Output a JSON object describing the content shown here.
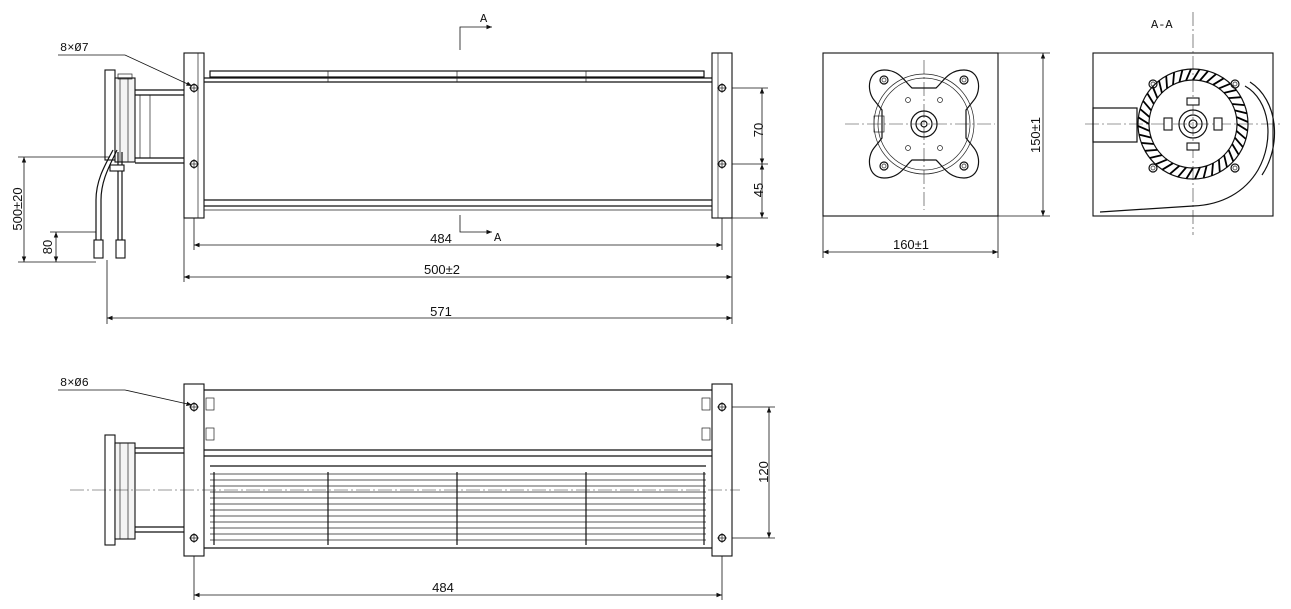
{
  "labels": {
    "hole_spec_top": "8×Ø7",
    "hole_spec_bottom": "8×Ø6",
    "section_marker": "A",
    "section_view_title": "A-A"
  },
  "dimensions": {
    "shaft_span_top": "484",
    "body_length": "500±2",
    "overall_length": "571",
    "hole_pitch_upper": "70",
    "hole_pitch_lower": "45",
    "cable_length": "500±20",
    "cable_strip": "80",
    "side_width": "160±1",
    "side_height": "150±1",
    "bottom_hole_pitch": "120",
    "shaft_span_bottom": "484"
  }
}
